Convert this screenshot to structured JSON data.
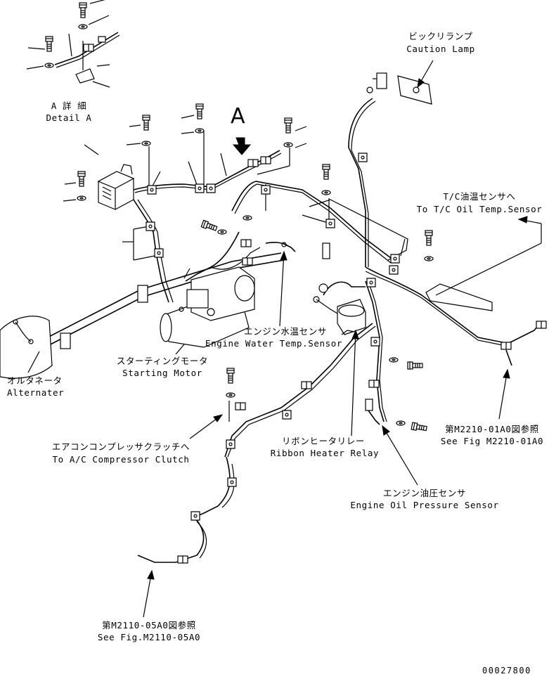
{
  "labels": {
    "detail_a_jp": "A 詳 細",
    "detail_a_en": "Detail A",
    "view_a": "A",
    "caution_lamp_jp": "ビックリランプ",
    "caution_lamp_en": "Caution Lamp",
    "tc_oil_jp": "T/C油温センサへ",
    "tc_oil_en": "To T/C Oil Temp.Sensor",
    "water_temp_jp": "エンジン水温センサ",
    "water_temp_en": "Engine Water Temp.Sensor",
    "starting_motor_jp": "スターティングモータ",
    "starting_motor_en": "Starting Motor",
    "alternator_jp": "オルタネータ",
    "alternator_en": "Alternater",
    "ac_clutch_jp": "エアコンコンプレッサクラッチへ",
    "ac_clutch_en": "To A/C Compressor Clutch",
    "ribbon_relay_jp": "リボンヒータリレー",
    "ribbon_relay_en": "Ribbon Heater Relay",
    "see_m2210_jp": "第M2210-01A0図参照",
    "see_m2210_en": "See Fig M2210-01A0",
    "oil_pressure_jp": "エンジン油圧センサ",
    "oil_pressure_en": "Engine Oil Pressure Sensor",
    "see_m2110_jp": "第M2110-05A0図参照",
    "see_m2110_en": "See Fig.M2110-05A0",
    "drawing_number": "00027800"
  }
}
